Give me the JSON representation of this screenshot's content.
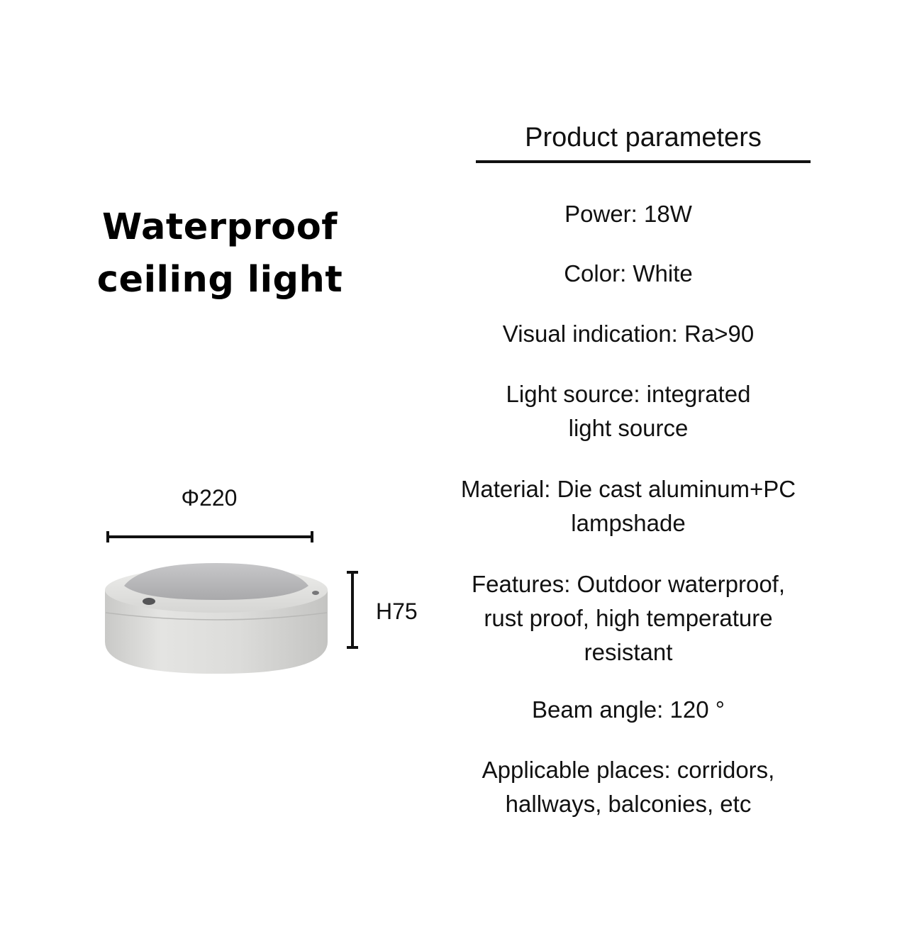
{
  "product": {
    "title_line1": "Waterproof",
    "title_line2": "ceiling light"
  },
  "dimensions": {
    "diameter": "Φ220",
    "height": "H75"
  },
  "parameters": {
    "heading": "Product parameters",
    "power": "Power: 18W",
    "color": "Color: White",
    "visual_indication": "Visual indication: Ra>90",
    "light_source_line1": "Light source: integrated",
    "light_source_line2": "light source",
    "material_line1": "Material: Die cast aluminum+PC",
    "material_line2": "lampshade",
    "features_line1": "Features: Outdoor waterproof,",
    "features_line2": "rust proof, high temperature",
    "features_line3": "resistant",
    "beam_angle": "Beam angle: 120 °",
    "applicable_line1": "Applicable places: corridors,",
    "applicable_line2": "hallways, balconies, etc"
  },
  "colors": {
    "text": "#111111",
    "lamp_body": "#d9d9d7",
    "lamp_shade": "#b9b9bb",
    "background": "#ffffff"
  }
}
